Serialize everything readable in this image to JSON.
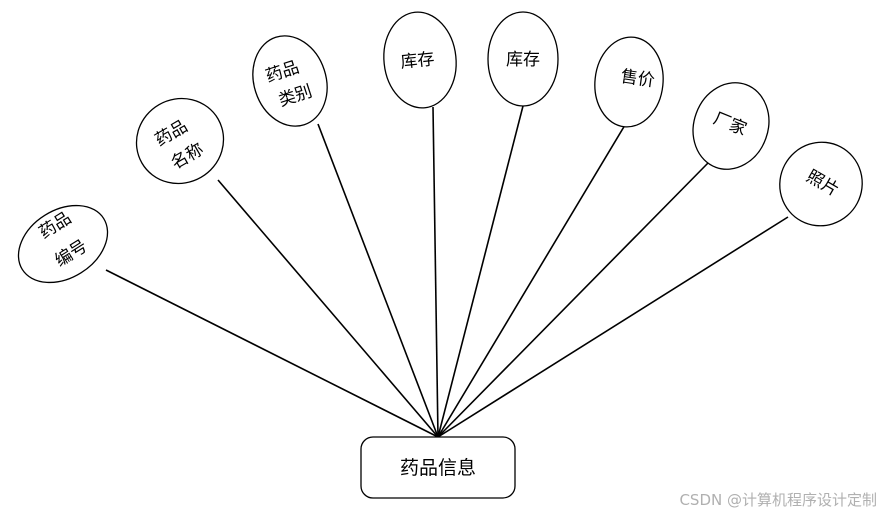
{
  "entity": {
    "label": "药品信息"
  },
  "attributes": [
    {
      "lines": [
        "药品",
        "编号"
      ]
    },
    {
      "lines": [
        "药品",
        "名称"
      ]
    },
    {
      "lines": [
        "药品",
        "类别"
      ]
    },
    {
      "lines": [
        "库存"
      ]
    },
    {
      "lines": [
        "库存"
      ]
    },
    {
      "lines": [
        "售价"
      ]
    },
    {
      "lines": [
        "厂家"
      ]
    },
    {
      "lines": [
        "照片"
      ]
    }
  ],
  "watermark": "CSDN @计算机程序设计定制",
  "colors": {
    "line": "#000000",
    "background": "#ffffff",
    "watermark": "#b0b0b0"
  }
}
